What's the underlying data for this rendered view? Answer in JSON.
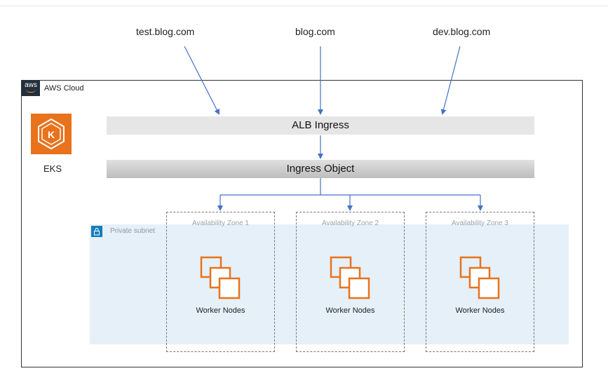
{
  "hosts": [
    "test.blog.com",
    "blog.com",
    "dev.blog.com"
  ],
  "cloud": {
    "label": "AWS Cloud",
    "badge": "aws"
  },
  "eks": {
    "label": "EKS"
  },
  "alb": {
    "label": "ALB Ingress"
  },
  "ingress": {
    "label": "Ingress Object"
  },
  "subnet": {
    "label": "Private subnet"
  },
  "zones": [
    {
      "label": "Availability Zone 1",
      "nodes_label": "Worker Nodes"
    },
    {
      "label": "Availability Zone 2",
      "nodes_label": "Worker Nodes"
    },
    {
      "label": "Availability Zone 3",
      "nodes_label": "Worker Nodes"
    }
  ],
  "colors": {
    "arrow": "#4472c4",
    "eks_orange": "#e8731c",
    "node_orange": "#e8731c",
    "subnet_fill": "#e5f0f8",
    "lock_blue": "#147eba",
    "aws_dark": "#232f3e"
  }
}
